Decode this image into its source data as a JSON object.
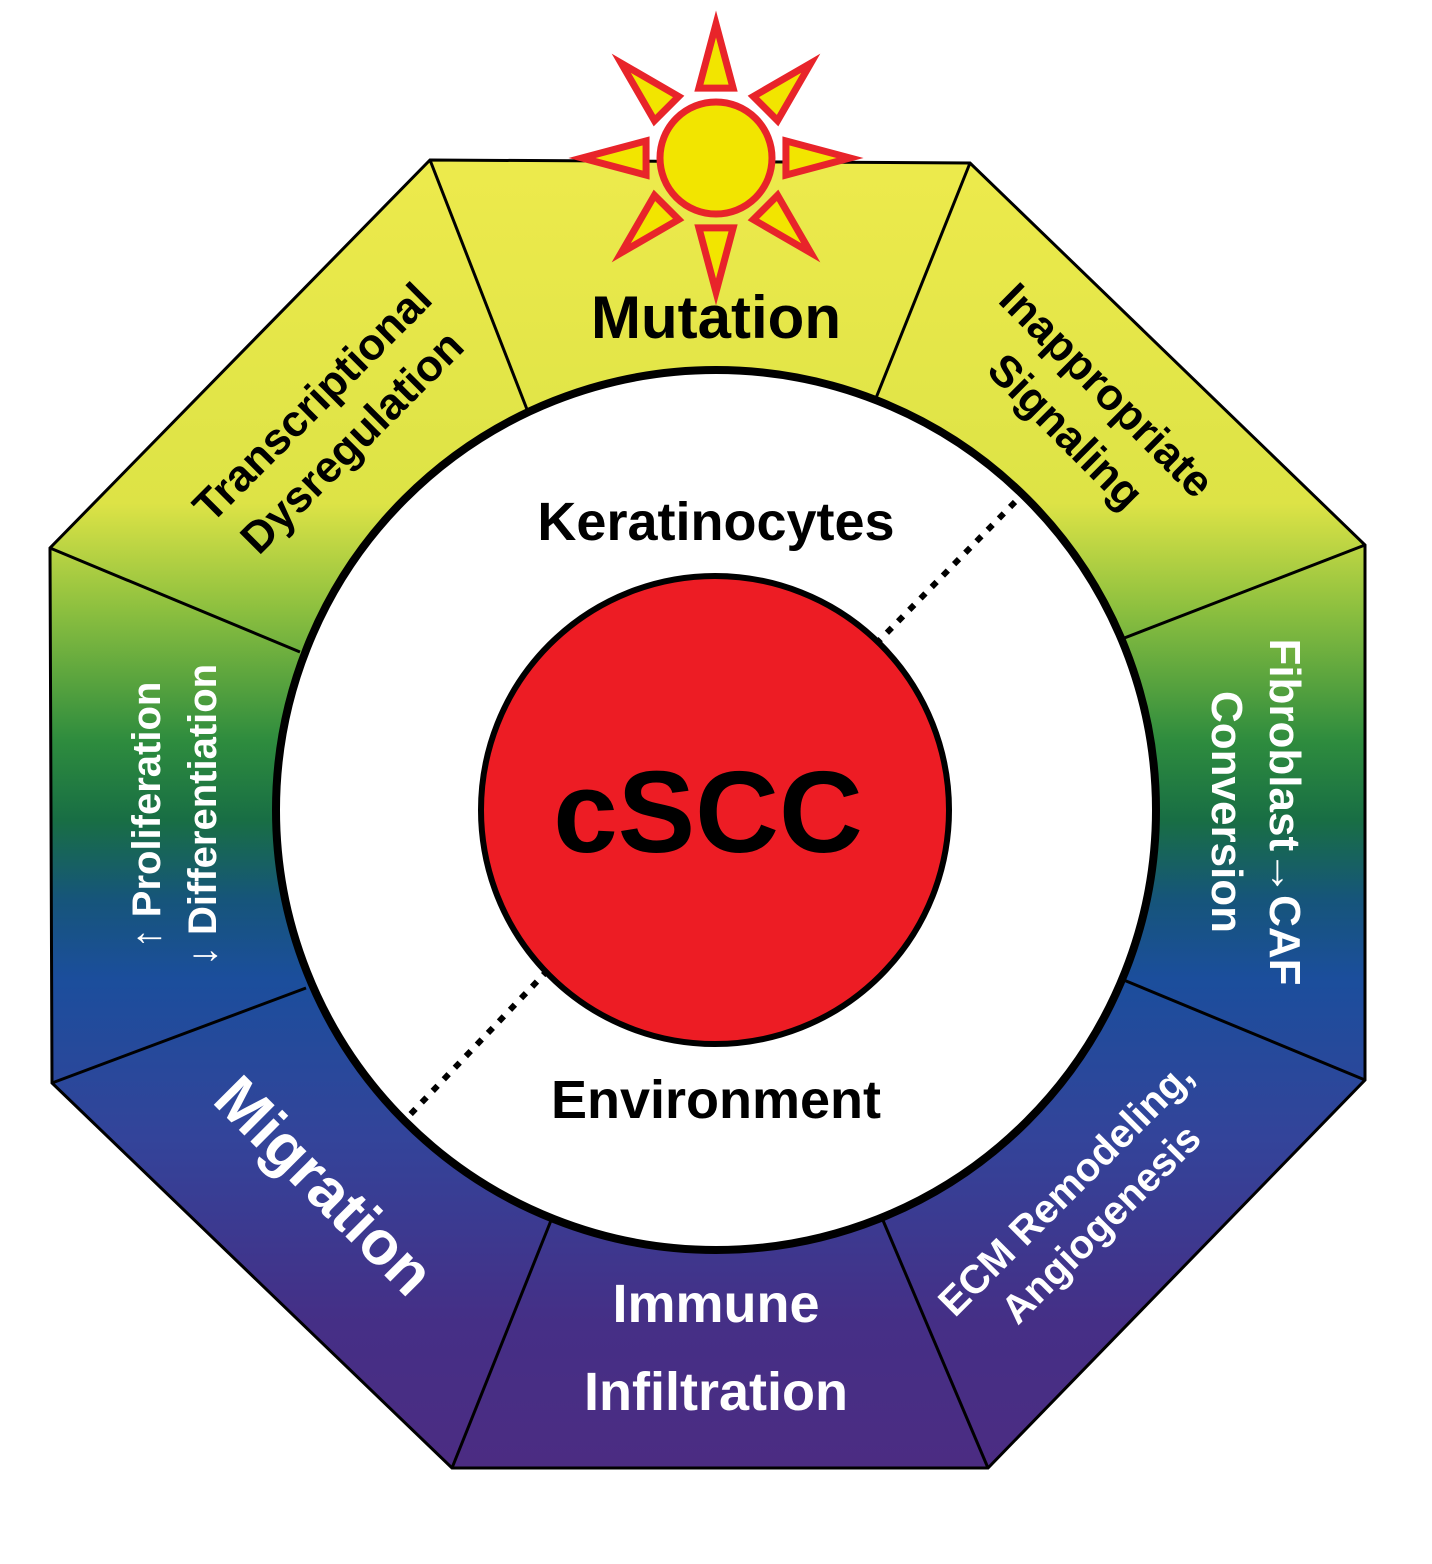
{
  "center": {
    "label": "cSCC",
    "fill": "#ED1C24"
  },
  "inner_ring": {
    "top_label": "Keratinocytes",
    "bottom_label": "Environment"
  },
  "segments": {
    "mutation": {
      "lines": [
        "Mutation"
      ],
      "text_color": "#000000"
    },
    "inappropriate_signaling": {
      "lines": [
        "Inappropriate",
        "Signaling"
      ],
      "text_color": "#000000"
    },
    "fibroblast_caf": {
      "lines": [
        "Fibroblast→CAF",
        "Conversion"
      ],
      "text_color": "#ffffff"
    },
    "ecm_remodeling": {
      "lines": [
        "ECM Remodeling,",
        "Angiogenesis"
      ],
      "text_color": "#ffffff"
    },
    "immune_infiltration": {
      "lines": [
        "Immune",
        "Infiltration"
      ],
      "text_color": "#ffffff"
    },
    "migration": {
      "lines": [
        "Migration"
      ],
      "text_color": "#ffffff"
    },
    "proliferation": {
      "lines": [
        "↑ Proliferation",
        "↓ Differentiation"
      ],
      "text_color": "#ffffff"
    },
    "transcriptional": {
      "lines": [
        "Transcriptional",
        "Dysregulation"
      ],
      "text_color": "#000000"
    }
  },
  "sun_icon": {
    "fill": "#F2E500",
    "stroke": "#E8242A"
  },
  "gradient_colors": [
    "#E9EA4A",
    "#9BC83F",
    "#1D7A3C",
    "#1E4F9A",
    "#33449A",
    "#4A2F82"
  ]
}
